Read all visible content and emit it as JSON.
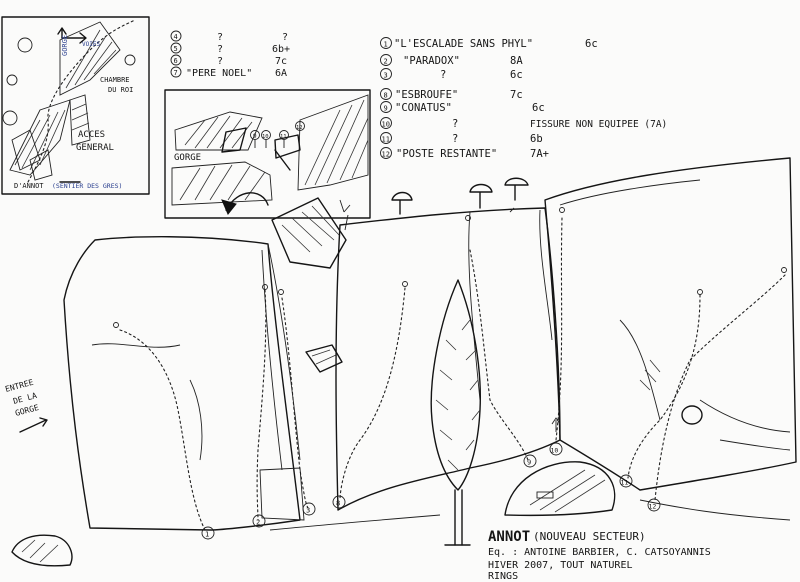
{
  "inset_map": {
    "gorge_label": "GORGE",
    "voies_label": "VOIES",
    "chambre_label_1": "CHAMBRE",
    "chambre_label_2": "DU ROI",
    "acces_label_1": "ACCES",
    "acces_label_2": "GENERAL",
    "from_label": "D'ANNOT",
    "path_label": "(SENTIER DES GRES)"
  },
  "inset_detail": {
    "gorge_label": "GORGE",
    "marker_numbers": [
      "9",
      "10",
      "11",
      "12"
    ]
  },
  "routes_left": [
    {
      "num": "4",
      "name": "",
      "grade": "?"
    },
    {
      "num": "5",
      "name": "?",
      "grade": "6b+"
    },
    {
      "num": "6",
      "name": "?",
      "grade": "7c"
    },
    {
      "num": "7",
      "name": "\"PERE NOEL\"",
      "grade": "6A"
    }
  ],
  "routes_left_extra": {
    "q4": "?"
  },
  "routes_right": [
    {
      "num": "1",
      "name": "\"L'ESCALADE SANS PHYL\"",
      "grade": "6c"
    },
    {
      "num": "2",
      "name": "\"PARADOX\"",
      "grade": "8A"
    },
    {
      "num": "3",
      "name": "?",
      "grade": "6c"
    },
    {
      "num": "8",
      "name": "\"ESBROUFE\"",
      "grade": "7c"
    },
    {
      "num": "9",
      "name": "\"CONATUS\"",
      "grade": "6c"
    },
    {
      "num": "10",
      "name": "?",
      "grade": "FISSURE NON EQUIPEE (7A)"
    },
    {
      "num": "11",
      "name": "?",
      "grade": "6b"
    },
    {
      "num": "12",
      "name": "\"POSTE RESTANTE\"",
      "grade": "7A+"
    }
  ],
  "entry_label": [
    "ENTREE",
    "DE LA",
    "GORGE"
  ],
  "route_markers": [
    "1",
    "2",
    "3",
    "8",
    "9",
    "10",
    "11",
    "12"
  ],
  "credits": {
    "title": "ANNOT",
    "subtitle": "(NOUVEAU SECTEUR)",
    "line1": "Eq. : ANTOINE BARBIER, C. CATSOYANNIS",
    "line2": "HIVER 2007, TOUT NATUREL",
    "line3": "RINGS"
  }
}
